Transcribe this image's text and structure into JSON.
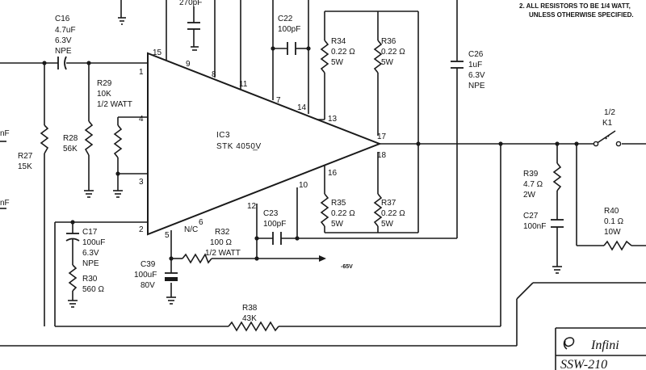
{
  "notes": {
    "line2": "2. ALL RESISTORS TO BE 1/4 WATT,",
    "line3": "UNLESS OTHERWISE SPECIFIED."
  },
  "ic": {
    "ref": "IC3",
    "part": "STK 4050̲V"
  },
  "pins": {
    "p15": "15",
    "p9": "9",
    "p8": "8",
    "p11": "11",
    "p7": "7",
    "p14": "14",
    "p13": "13",
    "p1": "1",
    "p4": "4",
    "p3": "3",
    "p2": "2",
    "p5": "5",
    "p6": "6",
    "p12": "12",
    "p10": "10",
    "p16": "16",
    "p17": "17",
    "p18": "18"
  },
  "components": {
    "c_top": [
      "270pF"
    ],
    "c16": [
      "C16",
      "4.7uF",
      "6.3V",
      "NPE"
    ],
    "r29": [
      "R29",
      "10K",
      "1/2  WATT"
    ],
    "r28": [
      "R28",
      "56K"
    ],
    "r27": [
      "R27",
      "15K"
    ],
    "c22": [
      "C22",
      "100pF"
    ],
    "r34": [
      "R34",
      "0.22 Ω",
      "5W"
    ],
    "r36": [
      "R36",
      "0.22 Ω",
      "5W"
    ],
    "c26": [
      "C26",
      "1uF",
      "6.3V",
      "NPE"
    ],
    "k1": [
      "1/2",
      "K1"
    ],
    "r39": [
      "R39",
      "4.7 Ω",
      "2W"
    ],
    "c27": [
      "C27",
      "100nF"
    ],
    "r40": [
      "R40",
      "0.1 Ω",
      "10W"
    ],
    "r35": [
      "R35",
      "0.22 Ω",
      "5W"
    ],
    "r37": [
      "R37",
      "0.22 Ω",
      "5W"
    ],
    "c23": [
      "C23",
      "100pF"
    ],
    "c17": [
      "C17",
      "100uF",
      "6.3V",
      "NPE"
    ],
    "r30": [
      "R30",
      "560 Ω"
    ],
    "c39": [
      "C39",
      "100uF",
      "80V"
    ],
    "r32": [
      "R32",
      "100 Ω",
      "1/2  WATT"
    ],
    "r38": [
      "R38",
      "43K"
    ]
  },
  "nc_label": "N/C",
  "rail_label": "-65V",
  "edge_labels": {
    "upper": "nF",
    "lower": "nF"
  },
  "title_block": {
    "brand": "Infini",
    "model": "SSW-210"
  }
}
